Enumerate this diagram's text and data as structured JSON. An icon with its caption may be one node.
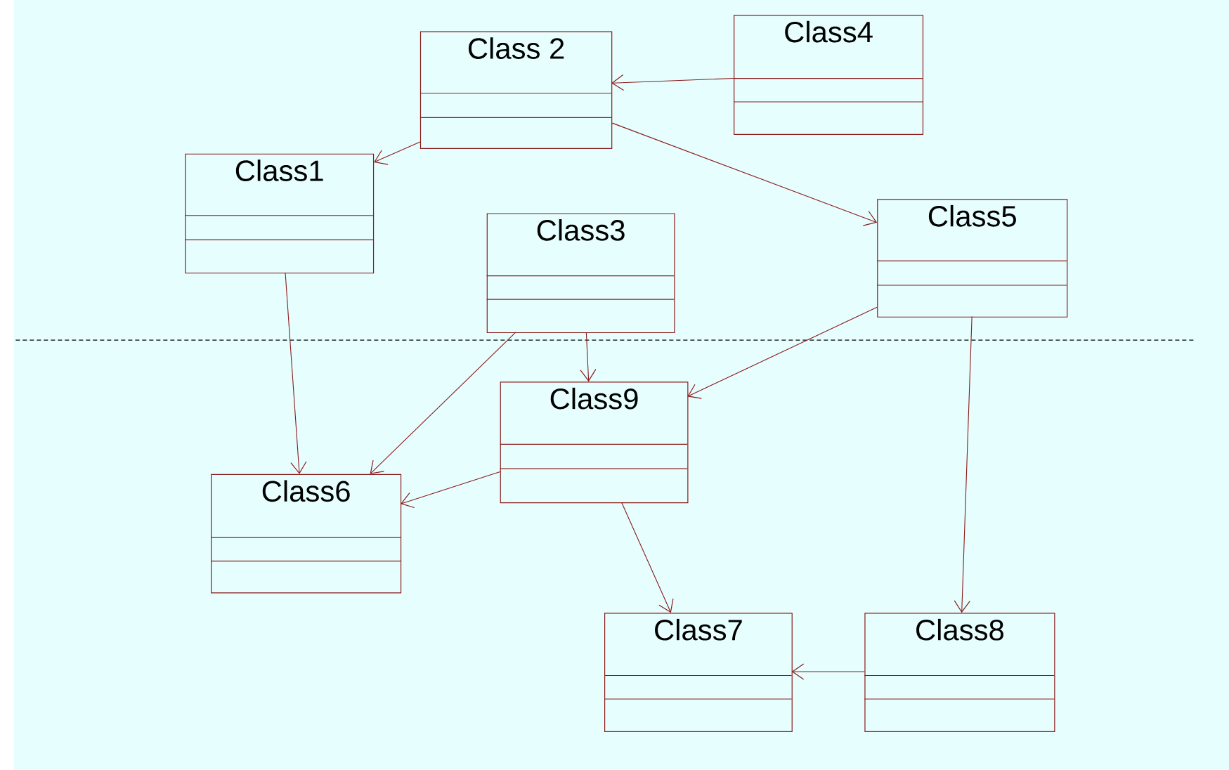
{
  "diagram": {
    "nodes": [
      {
        "text": [
          "Class 2"
        ]
      },
      {
        "text": [
          "Class4"
        ]
      },
      {
        "text": [
          "Class1"
        ]
      },
      {
        "text": [
          "Class3"
        ]
      },
      {
        "text": [
          "Class5"
        ]
      },
      {
        "text": [
          "Class9"
        ]
      },
      {
        "text": [
          "Class6"
        ]
      },
      {
        "text": [
          "Class7"
        ]
      },
      {
        "text": [
          "Class8"
        ]
      }
    ],
    "edges": [
      {
        "from": 1,
        "to": 0,
        "arrow": "to"
      },
      {
        "from": 0,
        "to": 2,
        "arrow": "to"
      },
      {
        "from": 0,
        "to": 4,
        "arrow": "to"
      },
      {
        "from": 2,
        "to": 6,
        "arrow": "to"
      },
      {
        "from": 3,
        "to": 6,
        "arrow": "to"
      },
      {
        "from": 3,
        "to": 5,
        "arrow": "to"
      },
      {
        "from": 4,
        "to": 5,
        "arrow": "to"
      },
      {
        "from": 5,
        "to": 6,
        "arrow": "to"
      },
      {
        "from": 5,
        "to": 7,
        "arrow": "to"
      },
      {
        "from": 4,
        "to": 8,
        "arrow": "to"
      },
      {
        "from": 8,
        "to": 7,
        "arrow": "to"
      }
    ]
  }
}
